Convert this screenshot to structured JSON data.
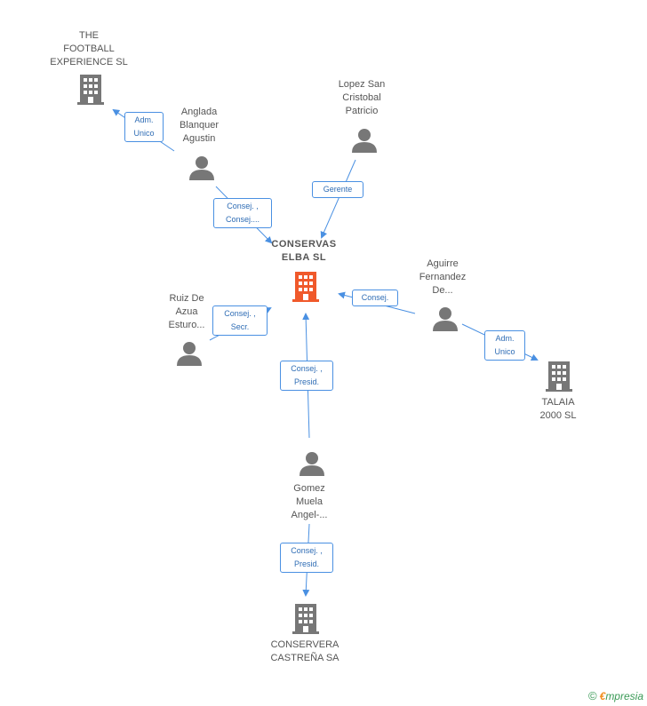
{
  "colors": {
    "edge": "#4a90e2",
    "node_gray": "#777777",
    "node_focus": "#f0592b"
  },
  "nodes": {
    "conservas_elba": {
      "label": "CONSERVAS\nELBA  SL",
      "icon": "building-icon"
    },
    "the_football": {
      "label": "THE\nFOOTBALL\nEXPERIENCE SL",
      "icon": "building-icon"
    },
    "anglada": {
      "label": "Anglada\nBlanquer\nAgustin",
      "icon": "person-icon"
    },
    "lopez": {
      "label": "Lopez San\nCristobal\nPatricio",
      "icon": "person-icon"
    },
    "aguirre": {
      "label": "Aguirre\nFernandez\nDe...",
      "icon": "person-icon"
    },
    "talaia": {
      "label": "TALAIA\n2000  SL",
      "icon": "building-icon"
    },
    "ruiz": {
      "label": "Ruiz De\nAzua\nEsturo...",
      "icon": "person-icon"
    },
    "gomez": {
      "label": "Gomez\nMuela\nAngel-...",
      "icon": "person-icon"
    },
    "conservera": {
      "label": "CONSERVERA\nCASTREÑA SA",
      "icon": "building-icon"
    }
  },
  "relations": {
    "anglada_football": "Adm.\nUnico",
    "anglada_elba": "Consej. ,\nConsej....",
    "lopez_elba": "Gerente",
    "aguirre_elba": "Consej.",
    "aguirre_talaia": "Adm.\nUnico",
    "ruiz_elba": "Consej. ,\nSecr.",
    "gomez_elba": "Consej. ,\nPresid.",
    "gomez_conservera": "Consej. ,\nPresid."
  },
  "footer": {
    "copyright": "©",
    "brand_e": "€",
    "brand_rest": "mpresia"
  }
}
